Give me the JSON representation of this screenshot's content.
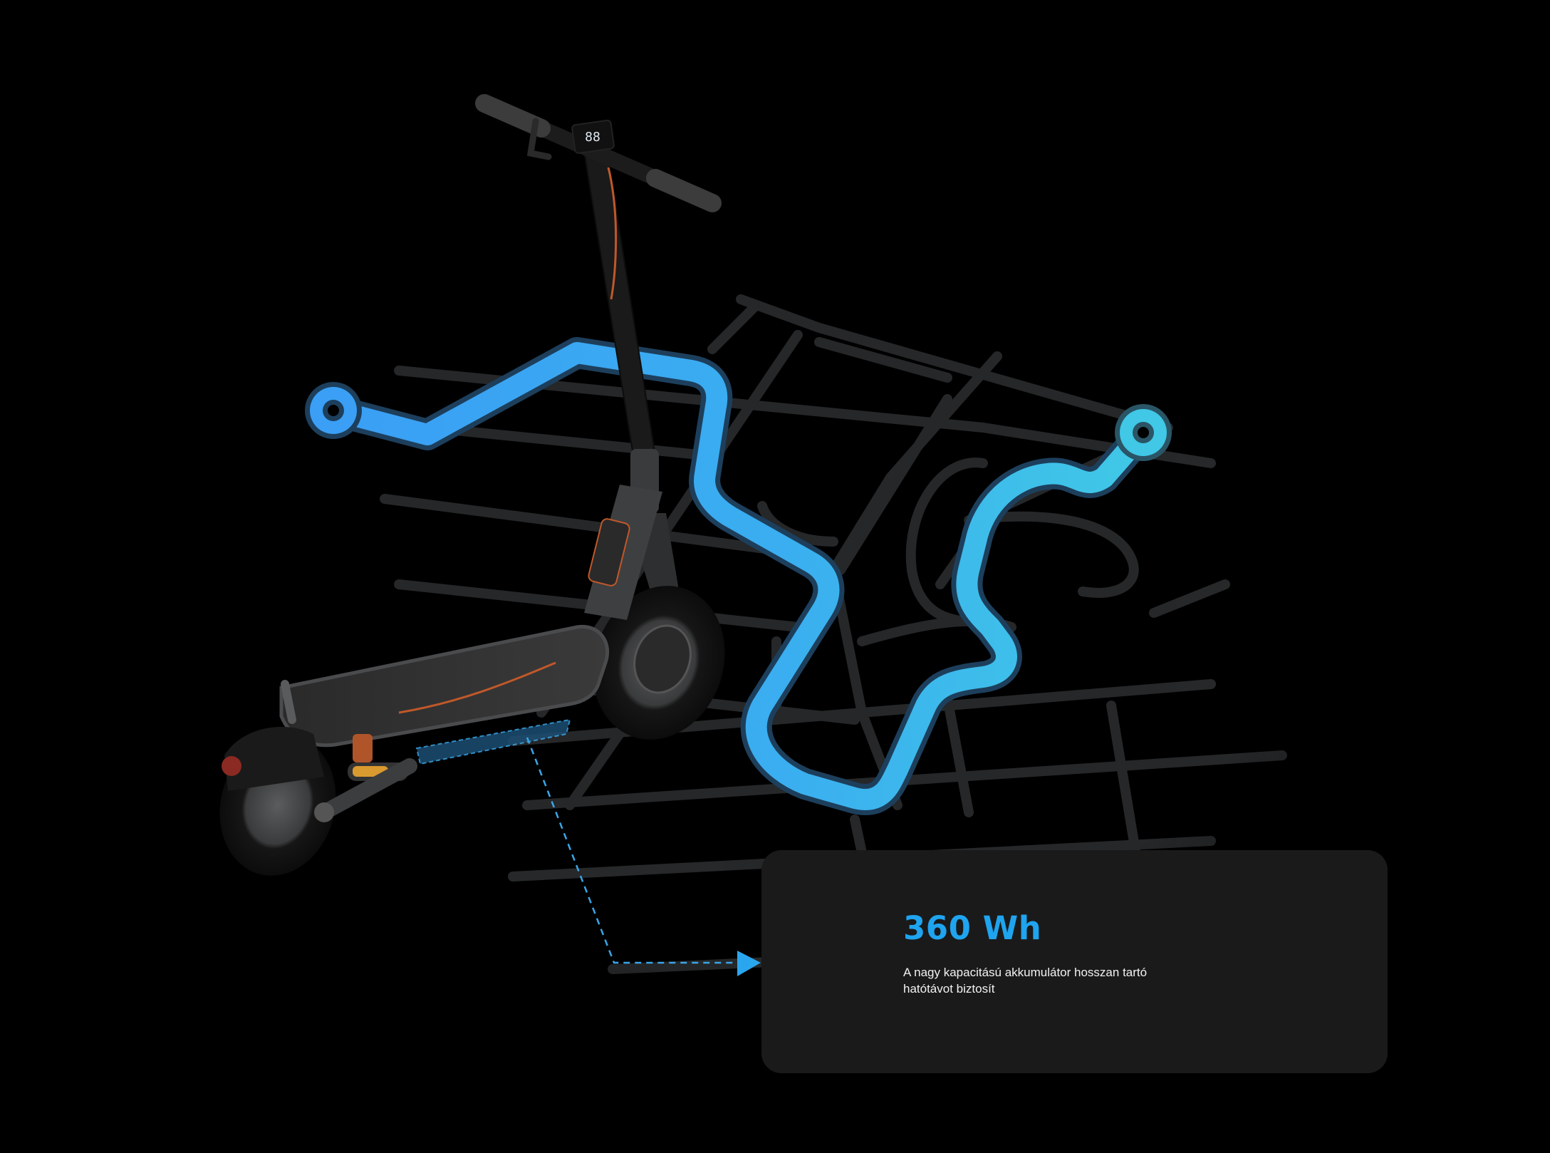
{
  "scene": {
    "subject": "electric kick scooter",
    "display_digits": "88",
    "route_colors": {
      "start": "#3a9ff5",
      "end": "#40c8e6",
      "outline": "#1d3f5c"
    },
    "map_road_color": "#2a2c2e",
    "background": "#000000"
  },
  "callout": {
    "target": "battery in deck",
    "line_color": "#3aa6e8"
  },
  "feature_card": {
    "title": "360 Wh",
    "description": "A nagy kapacitású akkumulátor hosszan tartó hatótávot biztosít",
    "title_color": "#1fa4ef",
    "background": "#1a1a1a"
  }
}
